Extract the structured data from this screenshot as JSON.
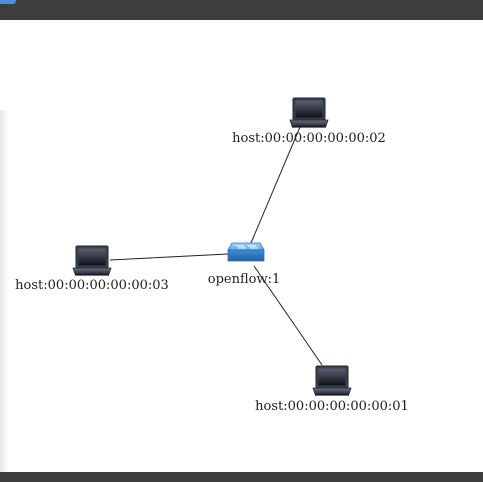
{
  "topology": {
    "switch": {
      "id": "switch-1",
      "label": "openflow:1",
      "icon": "network-switch-icon"
    },
    "hosts": [
      {
        "id": "host-2",
        "label": "host:00:00:00:00:00:02",
        "icon": "laptop-icon"
      },
      {
        "id": "host-3",
        "label": "host:00:00:00:00:00:03",
        "icon": "laptop-icon"
      },
      {
        "id": "host-1",
        "label": "host:00:00:00:00:00:01",
        "icon": "laptop-icon"
      }
    ],
    "links": [
      {
        "from": "switch-1",
        "to": "host-2"
      },
      {
        "from": "switch-1",
        "to": "host-3"
      },
      {
        "from": "switch-1",
        "to": "host-1"
      }
    ]
  },
  "colors": {
    "chrome": "#3d3d3d",
    "link": "#222222",
    "switch": "#3f8fd6",
    "laptop": "#2b2f3f"
  }
}
